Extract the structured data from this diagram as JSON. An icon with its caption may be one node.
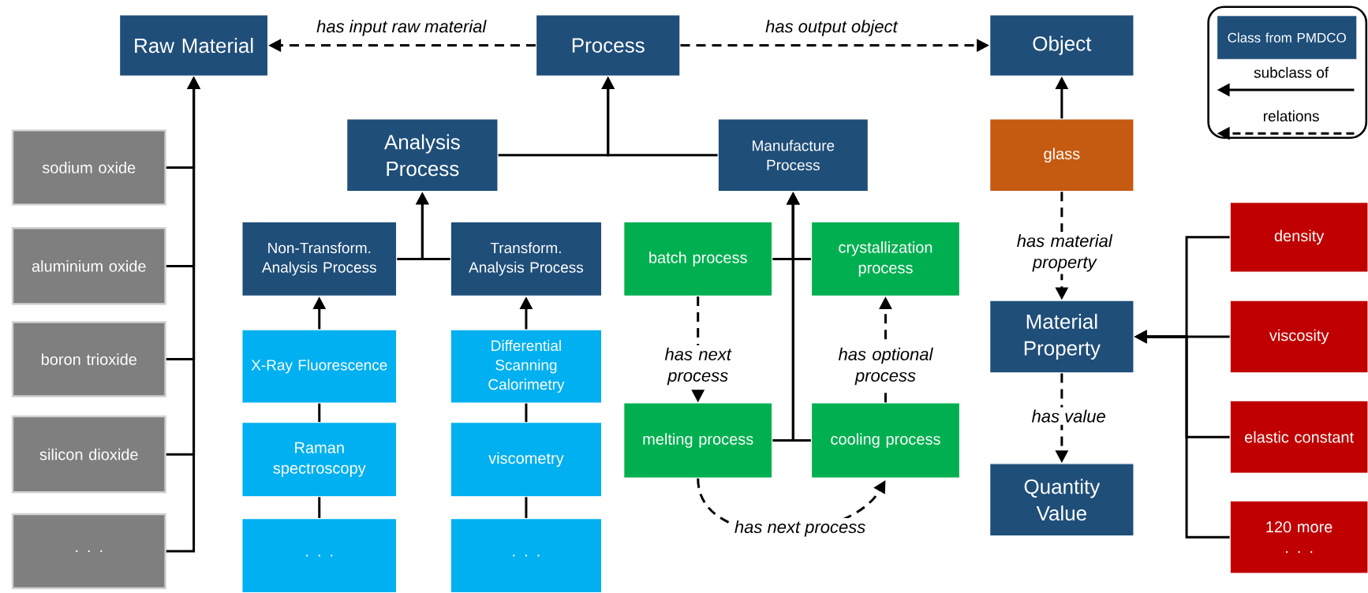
{
  "diagram": {
    "nodes": [
      {
        "text": [
          "Raw Material"
        ]
      },
      {
        "text": [
          "Process"
        ]
      },
      {
        "text": [
          "Object"
        ]
      },
      {
        "text": [
          "sodium oxide"
        ]
      },
      {
        "text": [
          "aluminium oxide"
        ]
      },
      {
        "text": [
          "boron trioxide"
        ]
      },
      {
        "text": [
          "silicon dioxide"
        ]
      },
      {
        "text": [
          ". . ."
        ]
      },
      {
        "text": [
          "Analysis Process"
        ]
      },
      {
        "text": [
          "Manufacture Process"
        ]
      },
      {
        "text": [
          "Non-Transform. Analysis Process"
        ]
      },
      {
        "text": [
          "Transform. Analysis Process"
        ]
      },
      {
        "text": [
          "X-Ray Fluorescence"
        ]
      },
      {
        "text": [
          "Raman spectroscopy"
        ]
      },
      {
        "text": [
          ". . ."
        ]
      },
      {
        "text": [
          "Differential Scanning Calorimetry"
        ]
      },
      {
        "text": [
          "viscometry"
        ]
      },
      {
        "text": [
          ". . ."
        ]
      },
      {
        "text": [
          "batch process"
        ]
      },
      {
        "text": [
          "crystallization process"
        ]
      },
      {
        "text": [
          "melting process"
        ]
      },
      {
        "text": [
          "cooling process"
        ]
      },
      {
        "text": [
          "glass"
        ]
      },
      {
        "text": [
          "Material Property"
        ]
      },
      {
        "text": [
          "Quantity Value"
        ]
      },
      {
        "text": [
          "density"
        ]
      },
      {
        "text": [
          "viscosity"
        ]
      },
      {
        "text": [
          "elastic constant"
        ]
      },
      {
        "text": [
          "120 more",
          ". . ."
        ]
      }
    ],
    "edges": [
      {
        "from": 1,
        "to": 0,
        "arrow": "to",
        "style": "dashed",
        "label": "has input raw material"
      },
      {
        "from": 1,
        "to": 2,
        "arrow": "to",
        "style": "dashed",
        "label": "has output object"
      },
      {
        "from": 3,
        "to": 0,
        "arrow": "to"
      },
      {
        "from": 4,
        "to": 0,
        "arrow": "to"
      },
      {
        "from": 5,
        "to": 0,
        "arrow": "to"
      },
      {
        "from": 6,
        "to": 0,
        "arrow": "to"
      },
      {
        "from": 7,
        "to": 0,
        "arrow": "to"
      },
      {
        "from": 8,
        "to": 1,
        "arrow": "to"
      },
      {
        "from": 9,
        "to": 1,
        "arrow": "to"
      },
      {
        "from": 10,
        "to": 8,
        "arrow": "to"
      },
      {
        "from": 11,
        "to": 8,
        "arrow": "to"
      },
      {
        "from": 12,
        "to": 10,
        "arrow": "to"
      },
      {
        "from": 13,
        "to": 12,
        "arrow": "none"
      },
      {
        "from": 14,
        "to": 13,
        "arrow": "none"
      },
      {
        "from": 15,
        "to": 11,
        "arrow": "to"
      },
      {
        "from": 16,
        "to": 15,
        "arrow": "none"
      },
      {
        "from": 17,
        "to": 16,
        "arrow": "none"
      },
      {
        "from": 18,
        "to": 9,
        "arrow": "to"
      },
      {
        "from": 19,
        "to": 9,
        "arrow": "to"
      },
      {
        "from": 20,
        "to": 9,
        "arrow": "to"
      },
      {
        "from": 21,
        "to": 9,
        "arrow": "to"
      },
      {
        "from": 18,
        "to": 20,
        "arrow": "to",
        "style": "dashed",
        "label": "has next process"
      },
      {
        "from": 21,
        "to": 19,
        "arrow": "to",
        "style": "dashed",
        "label": "has optional process"
      },
      {
        "from": 20,
        "to": 21,
        "arrow": "to",
        "style": "dashed",
        "label": "has next process"
      },
      {
        "from": 22,
        "to": 2,
        "arrow": "to"
      },
      {
        "from": 22,
        "to": 23,
        "arrow": "to",
        "style": "dashed",
        "label": "has material property"
      },
      {
        "from": 23,
        "to": 24,
        "arrow": "to",
        "style": "dashed",
        "label": "has value"
      },
      {
        "from": 25,
        "to": 23,
        "arrow": "to"
      },
      {
        "from": 26,
        "to": 23,
        "arrow": "to"
      },
      {
        "from": 27,
        "to": 23,
        "arrow": "to"
      },
      {
        "from": 28,
        "to": 23,
        "arrow": "to"
      }
    ],
    "legend": [
      {
        "text": "Class from PMDCO",
        "color": "#1f4e79"
      },
      {
        "text": "subclass of"
      },
      {
        "text": "relations"
      }
    ]
  }
}
